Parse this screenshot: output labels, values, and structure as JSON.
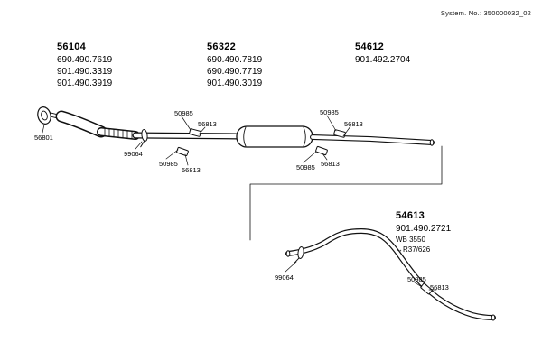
{
  "header": {
    "system_no": "System. No.: 350000032_02"
  },
  "groups": [
    {
      "id": "56104",
      "parts": [
        "690.490.7619",
        "901.490.3319",
        "901.490.3919"
      ]
    },
    {
      "id": "56322",
      "parts": [
        "690.490.7819",
        "690.490.7719",
        "901.490.3019"
      ]
    },
    {
      "id": "54612",
      "parts": [
        "901.492.2704"
      ]
    },
    {
      "id": "54613",
      "parts": [
        "901.490.2721"
      ],
      "notes": [
        "WB 3550",
        "→R37/626"
      ]
    }
  ],
  "small_labels": [
    "56801",
    "99064",
    "50985",
    "56813",
    "50985",
    "56813",
    "50985",
    "56813",
    "50985",
    "56813",
    "99064",
    "50985",
    "56813"
  ],
  "icons": {
    "flange": "flange-ring-icon",
    "clamp": "pipe-clamp-icon",
    "hanger": "hanger-bracket-icon"
  }
}
